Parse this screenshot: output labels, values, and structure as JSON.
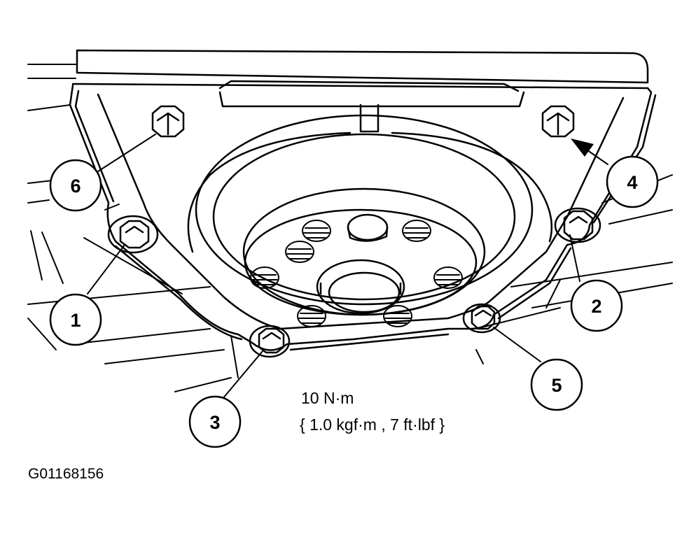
{
  "diagram": {
    "callouts": [
      "1",
      "2",
      "3",
      "4",
      "5",
      "6"
    ],
    "torque_spec": "10 N·m",
    "torque_spec_alt": "{ 1.0 kgf·m , 7 ft·lbf }",
    "figure_id": "G01168156"
  }
}
